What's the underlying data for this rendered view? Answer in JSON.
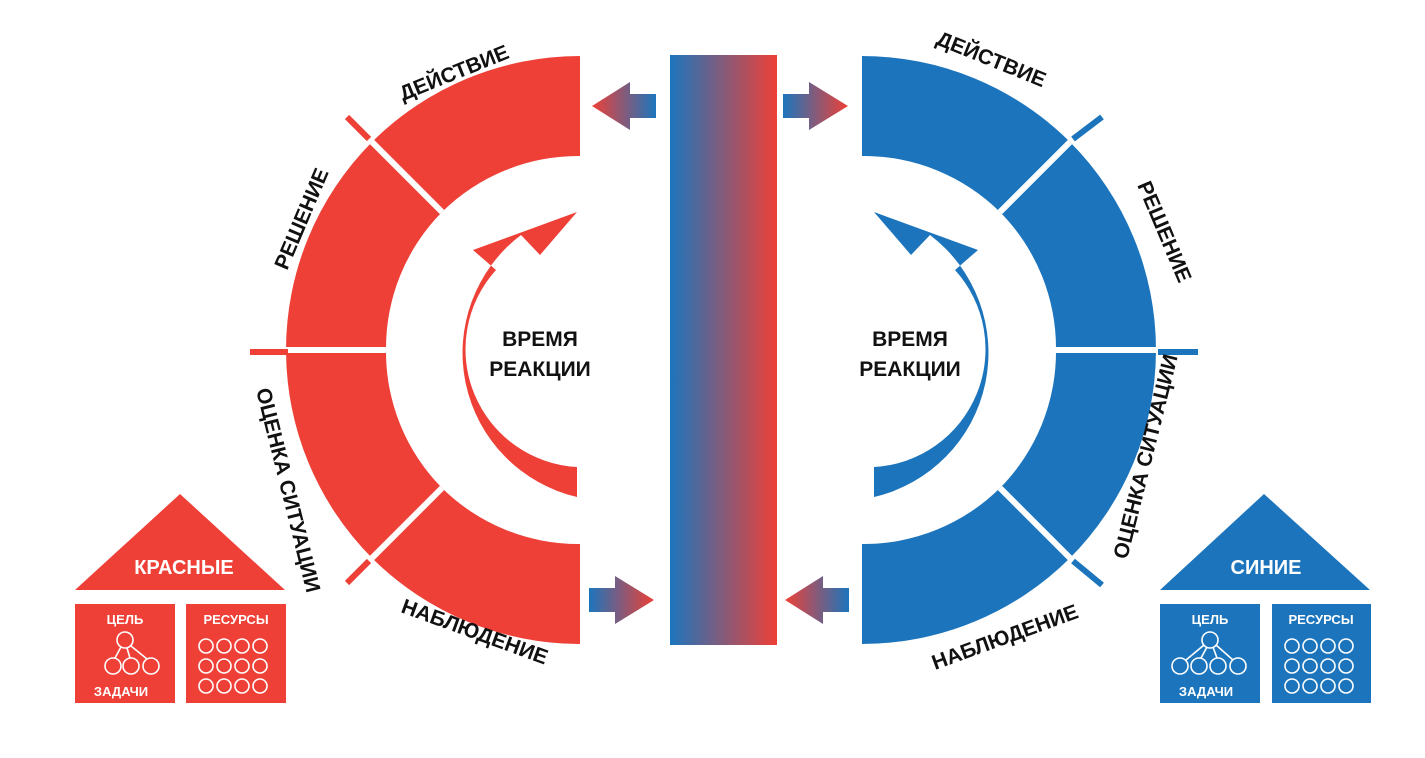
{
  "colors": {
    "red": "#ee4037",
    "blue": "#1c75bc",
    "text": "#111111"
  },
  "red": {
    "stages": {
      "action": "ДЕЙСТВИЕ",
      "decision": "РЕШЕНИЕ",
      "assessment": "ОЦЕНКА СИТУАЦИИ",
      "observation": "НАБЛЮДЕНИЕ"
    },
    "center": {
      "line1": "ВРЕМЯ",
      "line2": "РЕАКЦИИ"
    },
    "team": {
      "title": "КРАСНЫЕ",
      "goal": "ЦЕЛЬ",
      "tasks": "ЗАДАЧИ",
      "resources": "РЕСУРСЫ"
    }
  },
  "blue": {
    "stages": {
      "action": "ДЕЙСТВИЕ",
      "decision": "РЕШЕНИЕ",
      "assessment": "ОЦЕНКА СИТУАЦИИ",
      "observation": "НАБЛЮДЕНИЕ"
    },
    "center": {
      "line1": "ВРЕМЯ",
      "line2": "РЕАКЦИИ"
    },
    "team": {
      "title": "СИНИЕ",
      "goal": "ЦЕЛЬ",
      "tasks": "ЗАДАЧИ",
      "resources": "РЕСУРСЫ"
    }
  }
}
